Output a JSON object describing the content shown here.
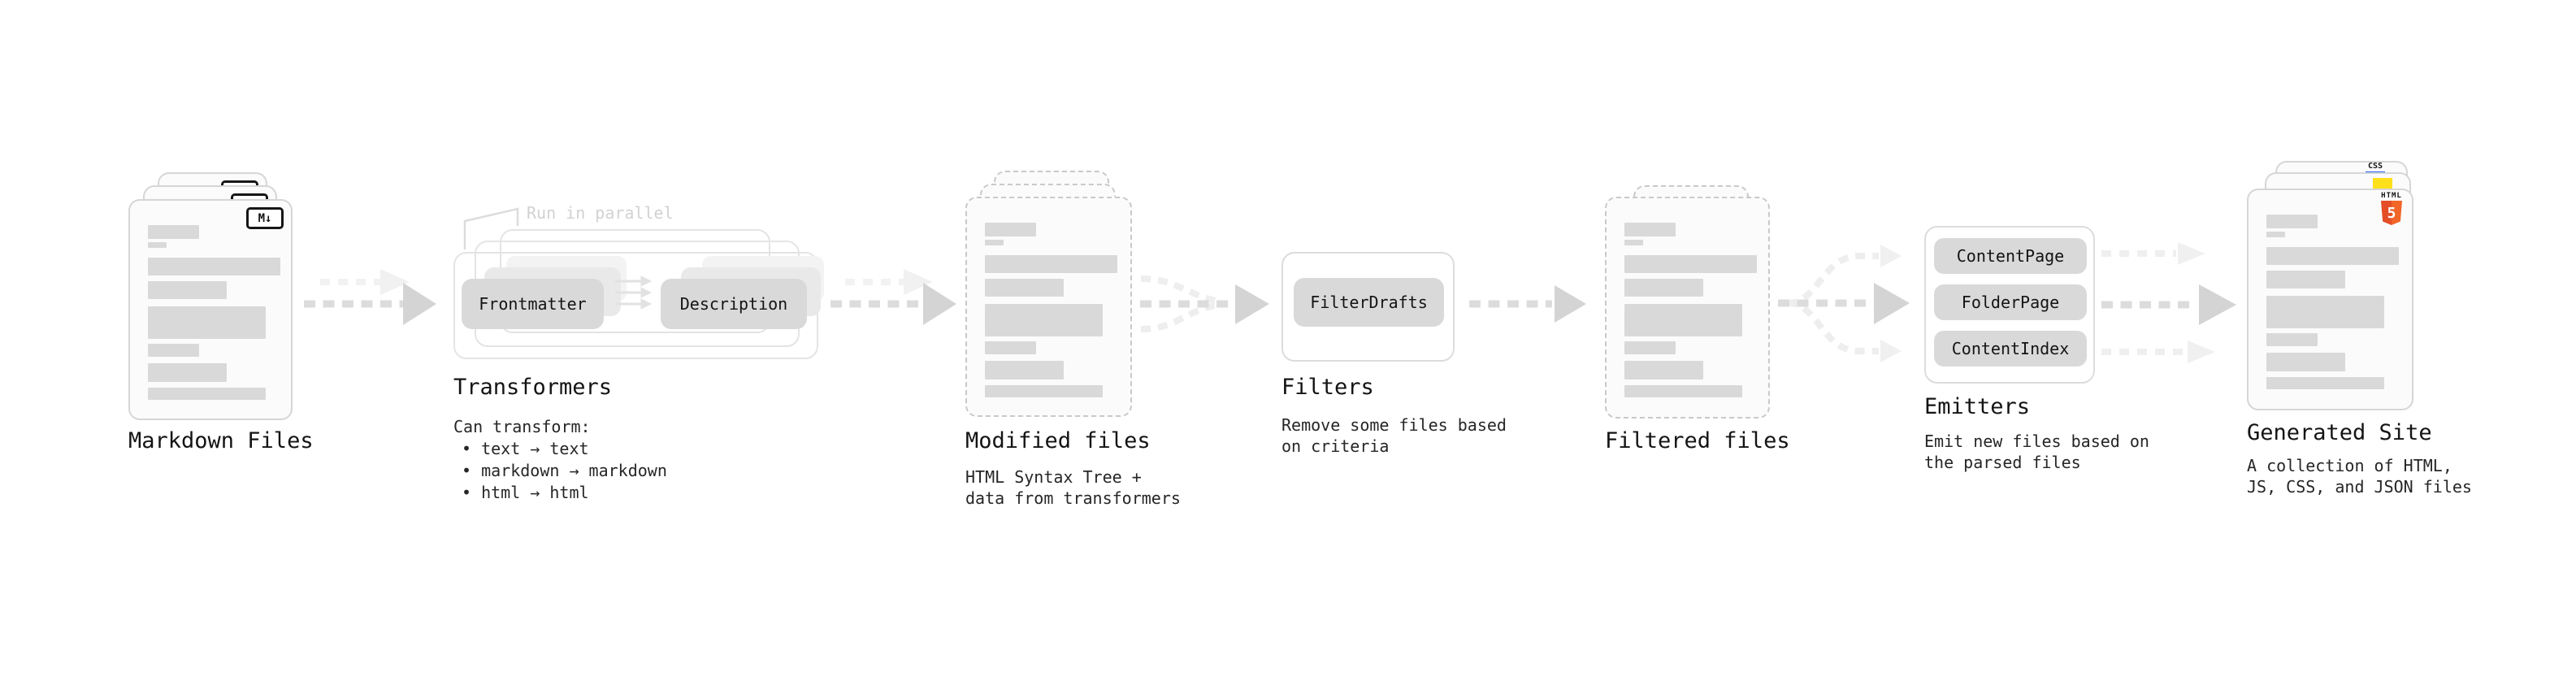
{
  "pipeline": {
    "markdown_files": {
      "label": "Markdown Files",
      "badge": "M↓"
    },
    "transformers": {
      "callout": "Run in parallel",
      "left_box": "Frontmatter",
      "right_box": "Description",
      "title": "Transformers",
      "subtitle": "Can transform:",
      "bullets": [
        "• text → text",
        "• markdown → markdown",
        "• html → html"
      ]
    },
    "modified_files": {
      "title": "Modified files",
      "description": [
        "HTML Syntax Tree +",
        "data from transformers"
      ]
    },
    "filters": {
      "box": "FilterDrafts",
      "title": "Filters",
      "description": [
        "Remove some files based",
        "on criteria"
      ]
    },
    "filtered_files": {
      "title": "Filtered files"
    },
    "emitters": {
      "boxes": [
        "ContentPage",
        "FolderPage",
        "ContentIndex"
      ],
      "title": "Emitters",
      "description": [
        "Emit new files based on",
        "the parsed files"
      ]
    },
    "generated_site": {
      "title": "Generated Site",
      "description": [
        "A collection of HTML,",
        "JS, CSS, and JSON files"
      ],
      "css_badge": "CSS",
      "html_badge": {
        "label": "HTML",
        "number": "5"
      }
    }
  },
  "colors": {
    "html5_orange": "#e44d26",
    "js_yellow": "#ffe01a",
    "css_blue": "#2a62f0",
    "placeholder_gray": "#d9d9d9"
  }
}
